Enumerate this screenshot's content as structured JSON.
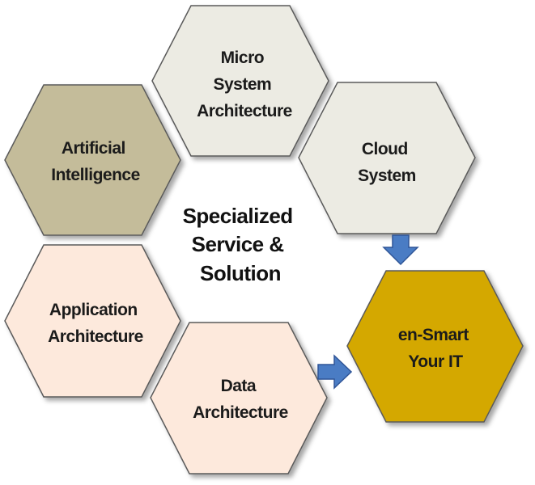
{
  "center": {
    "lines": [
      "Specialized",
      "Service &",
      "Solution"
    ]
  },
  "hexagons": {
    "micro_system": {
      "lines": [
        "Micro",
        "System",
        "Architecture"
      ],
      "fill": "#ecebe3"
    },
    "cloud_system": {
      "lines": [
        "Cloud",
        "System"
      ],
      "fill": "#ecebe3"
    },
    "artificial_intelligence": {
      "lines": [
        "Artificial",
        "Intelligence"
      ],
      "fill": "#c4bc9a"
    },
    "application_architecture": {
      "lines": [
        "Application",
        "Architecture"
      ],
      "fill": "#fde9dc"
    },
    "data_architecture": {
      "lines": [
        "Data",
        "Architecture"
      ],
      "fill": "#fde9dc"
    },
    "en_smart": {
      "lines": [
        "en-Smart",
        "Your IT"
      ],
      "fill": "#d4a800"
    }
  },
  "colors": {
    "hex_stroke": "#5a5a5a",
    "arrow_fill": "#4a7cc4",
    "arrow_stroke": "#2f5597"
  },
  "icons": {
    "arrow_down": "arrow-down-icon",
    "arrow_right": "arrow-right-icon"
  }
}
